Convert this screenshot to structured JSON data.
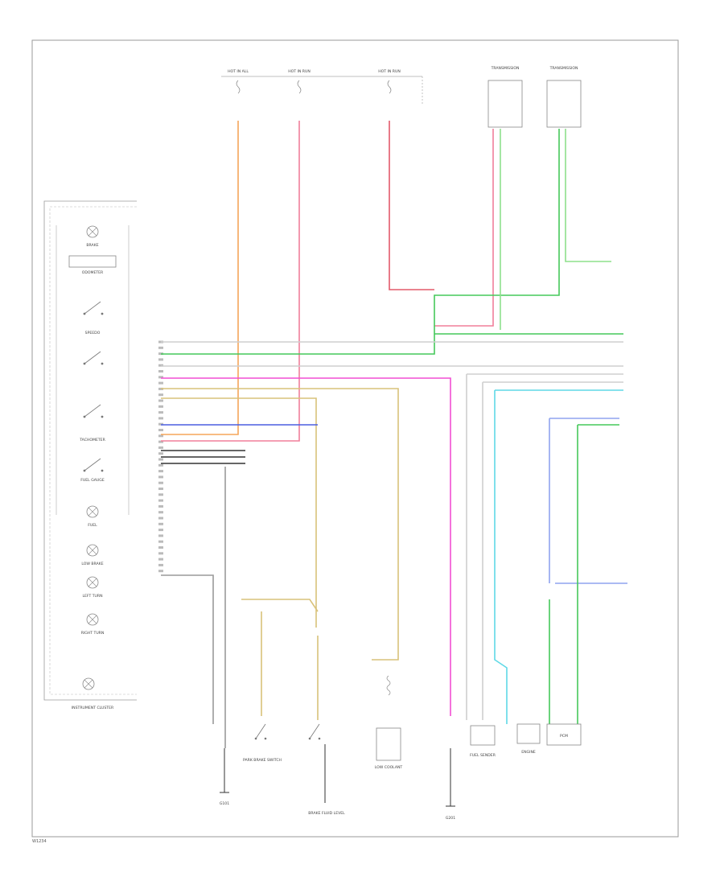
{
  "diagram": {
    "wire_colors": {
      "orange": "#f5a55a",
      "pink": "#f07f9a",
      "magenta": "#f24fd4",
      "green": "#45c85a",
      "light_green": "#8ee08c",
      "blue": "#4b5fe0",
      "light_blue": "#8fa3ef",
      "cyan": "#5fd9e6",
      "tan": "#d9c27a",
      "gray": "#9a9a9a",
      "dark": "#333333",
      "light_gray": "#cfcfcf",
      "red": "#e35a6a"
    },
    "cluster_label": "INSTRUMENT CLUSTER",
    "cluster_items": [
      {
        "key": "brake",
        "label": "BRAKE"
      },
      {
        "key": "odometer",
        "label": "ODOMETER"
      },
      {
        "key": "speedometer",
        "label": "SPEEDO"
      },
      {
        "key": "tachometer",
        "label": "TACHOMETER"
      },
      {
        "key": "fuel",
        "label": "FUEL GAUGE"
      },
      {
        "key": "fuel_ind",
        "label": "FUEL"
      },
      {
        "key": "low_brake",
        "label": "LOW BRAKE"
      },
      {
        "key": "left_turn",
        "label": "LEFT TURN"
      },
      {
        "key": "right_turn",
        "label": "RIGHT TURN"
      }
    ],
    "top_fuses": [
      {
        "key": "f1",
        "label": "HOT IN ALL"
      },
      {
        "key": "f2",
        "label": "HOT IN RUN"
      },
      {
        "key": "f3",
        "label": "HOT IN RUN"
      }
    ],
    "modules": [
      {
        "key": "m1",
        "label": "TRANSMISSION"
      },
      {
        "key": "m2",
        "label": "TRANSMISSION"
      }
    ],
    "bottom_components": [
      {
        "key": "g1",
        "label": "G101"
      },
      {
        "key": "park_brake",
        "label": "PARK BRAKE SWITCH"
      },
      {
        "key": "brake_fluid",
        "label": "BRAKE FLUID LEVEL"
      },
      {
        "key": "low_coolant",
        "label": "LOW COOLANT"
      },
      {
        "key": "g2",
        "label": "G201"
      },
      {
        "key": "fuel_sender",
        "label": "FUEL SENDER"
      },
      {
        "key": "engine_control",
        "label": "ENGINE"
      },
      {
        "key": "pcm",
        "label": "PCM"
      }
    ],
    "footer": "W1234"
  }
}
